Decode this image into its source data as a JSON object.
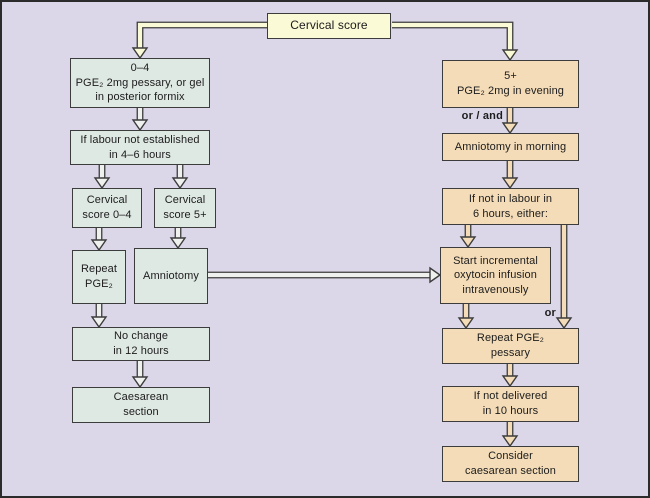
{
  "flowchart": {
    "start": "Cervical score",
    "left": {
      "low_score_pessary": "0–4\nPGE₂ 2mg pessary, or gel\nin posterior formix",
      "labour_not_established": "If labour not established\nin 4–6 hours",
      "cervical_score_0_4": "Cervical\nscore 0–4",
      "cervical_score_5plus": "Cervical\nscore 5+",
      "repeat_pge2": "Repeat\nPGE₂",
      "amniotomy": "Amniotomy",
      "no_change": "No change\nin 12 hours",
      "caesarean_section": "Caesarean\nsection"
    },
    "right": {
      "high_score_evening": "5+\nPGE₂ 2mg in evening",
      "or_and_label": "or / and",
      "amniotomy_morning": "Amniotomy in morning",
      "not_in_labour": "If not in labour in\n6 hours, either:",
      "oxytocin_infusion": "Start incremental\noxytocin infusion\nintravenously",
      "or_label": "or",
      "repeat_pessary": "Repeat PGE₂\npessary",
      "not_delivered": "If not delivered\nin 10 hours",
      "consider_caesarean": "Consider\ncaesarean section"
    },
    "colors": {
      "background": "#dbd7e9",
      "start_box": "#fbfad6",
      "left_box": "#dfe9e4",
      "right_box": "#f4dcb8",
      "left_connector": "#eff1ee",
      "outline": "#3c3c3c"
    }
  }
}
